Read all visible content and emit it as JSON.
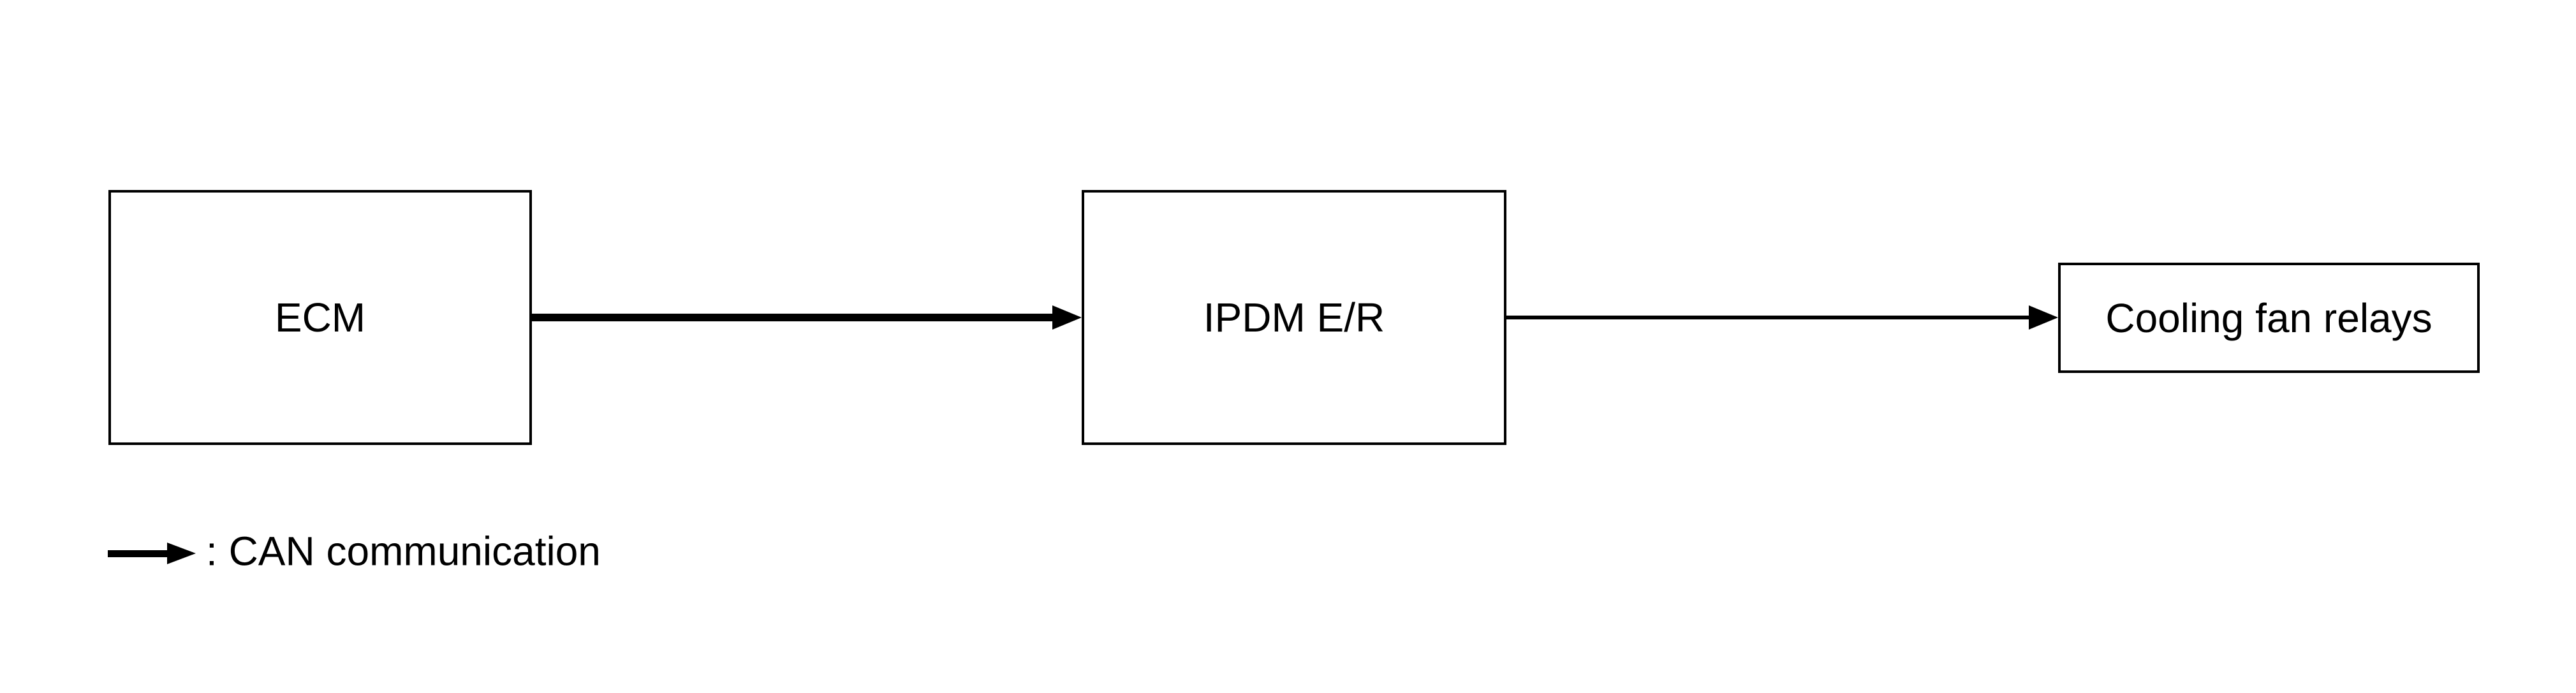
{
  "diagram": {
    "nodes": [
      {
        "id": "ecm",
        "label": "ECM"
      },
      {
        "id": "ipdm-er",
        "label": "IPDM E/R"
      },
      {
        "id": "cooling-fan-relays",
        "label": "Cooling fan relays"
      }
    ],
    "connections": [
      {
        "from": "ECM",
        "to": "IPDM E/R",
        "style": "thick-arrow",
        "meaning": "CAN communication"
      },
      {
        "from": "IPDM E/R",
        "to": "Cooling fan relays",
        "style": "thin-arrow"
      }
    ],
    "legend": {
      "symbol": "thick-arrow",
      "label": ": CAN communication"
    },
    "colors": {
      "foreground": "#000000",
      "background": "#ffffff"
    }
  }
}
